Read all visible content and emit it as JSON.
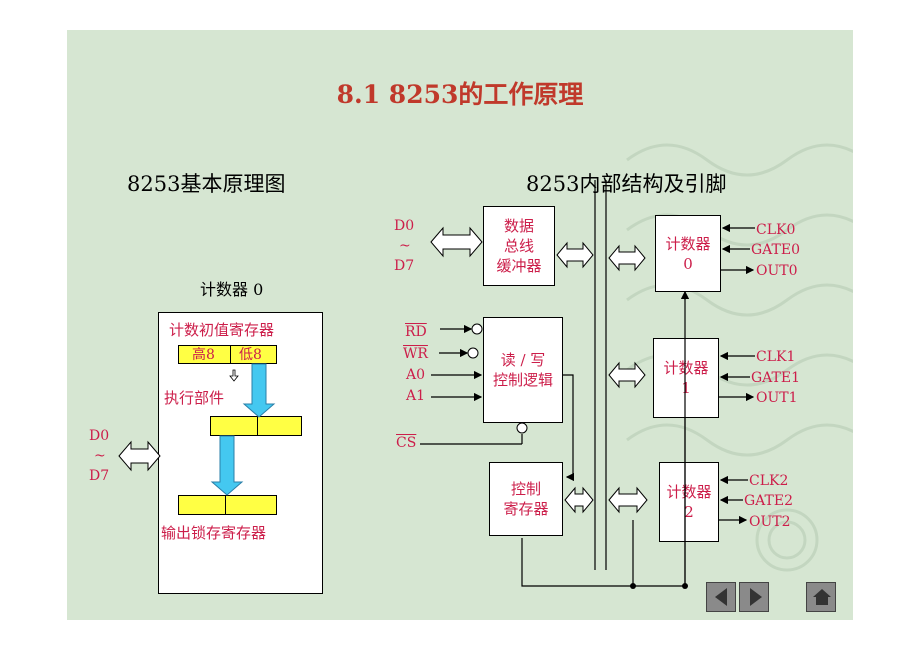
{
  "slide": {
    "title": "8.1 8253的工作原理",
    "left_heading": "8253基本原理图",
    "right_heading": "8253内部结构及引脚"
  },
  "left_diagram": {
    "counter_label": "计数器 0",
    "initial_register": "计数初值寄存器",
    "high8": "高8",
    "low8": "低8",
    "exec_unit": "执行部件",
    "output_latch": "输出锁存寄存器",
    "bus_d0": "D0",
    "bus_tilde": "~",
    "bus_d7": "D7"
  },
  "right_diagram": {
    "bus_d0": "D0",
    "bus_tilde": "~",
    "bus_d7": "D7",
    "data_buffer": [
      "数据",
      "总线",
      "缓冲器"
    ],
    "rw_logic": [
      "读 / 写",
      "控制逻辑"
    ],
    "control_register": [
      "控制",
      "寄存器"
    ],
    "signals": [
      "RD",
      "WR",
      "A0",
      "A1",
      "CS"
    ],
    "counters": [
      {
        "name": "计数器",
        "index": "0",
        "clk": "CLK0",
        "gate": "GATE0",
        "out": "OUT0"
      },
      {
        "name": "计数器",
        "index": "1",
        "clk": "CLK1",
        "gate": "GATE1",
        "out": "OUT1"
      },
      {
        "name": "计数器",
        "index": "2",
        "clk": "CLK2",
        "gate": "GATE2",
        "out": "OUT2"
      }
    ]
  },
  "nav": {
    "buttons": [
      "prev-icon",
      "next-icon",
      "home-icon"
    ]
  },
  "colors": {
    "background": "#d6e6d2",
    "title": "#c0392b",
    "label_red": "#cc1e4a",
    "register_fill": "#ffff44",
    "flow_arrow": "#44c8f0"
  }
}
